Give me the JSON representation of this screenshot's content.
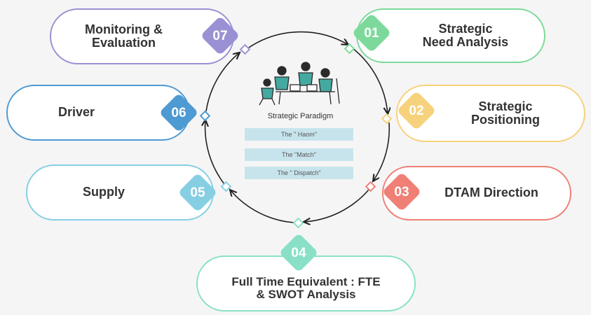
{
  "center": {
    "title": "Strategic Paradigm",
    "items": [
      "The \" Haom\"",
      "The \"Match\"",
      "The \" Dispatch\""
    ]
  },
  "steps": [
    {
      "number": "01",
      "label": "Strategic\nNeed Analysis",
      "color": "#7dd99b"
    },
    {
      "number": "02",
      "label": "Strategic\nPositioning",
      "color": "#f7d27d"
    },
    {
      "number": "03",
      "label": "DTAM Direction",
      "color": "#f07f76"
    },
    {
      "number": "04",
      "label": "Full Time Equivalent : FTE\n& SWOT Analysis",
      "color": "#89e0c6"
    },
    {
      "number": "05",
      "label": "Supply",
      "color": "#86cfe3"
    },
    {
      "number": "06",
      "label": "Driver",
      "color": "#4e9ad2"
    },
    {
      "number": "07",
      "label": "Monitoring &\nEvaluation",
      "color": "#9a91d4"
    }
  ]
}
